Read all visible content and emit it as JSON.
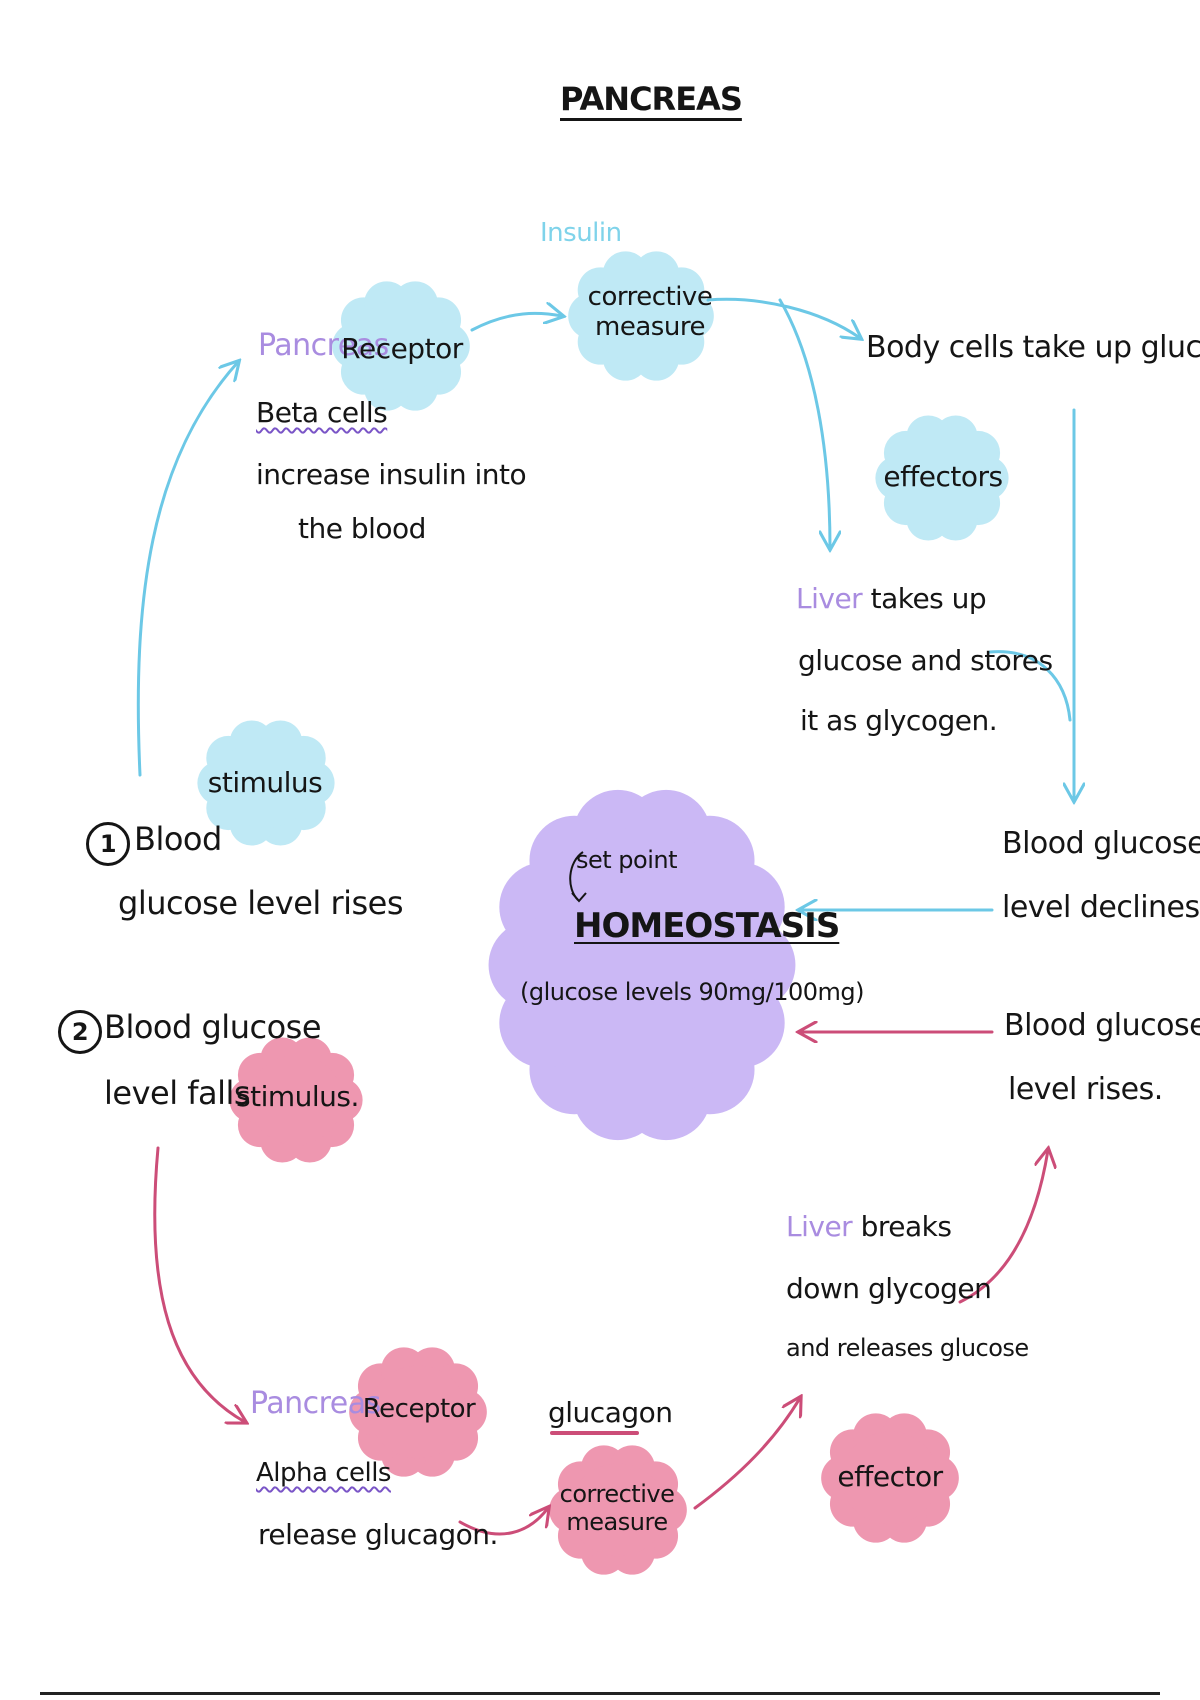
{
  "title": "PANCREAS",
  "colors": {
    "blue_cloud": "#bfe9f5",
    "blue_arrow": "#6cc8e6",
    "pink_cloud": "#ee97b0",
    "pink_arrow": "#cc4d78",
    "purple_cloud": "#cbb8f5",
    "purple_text": "#a98ce0"
  },
  "top_loop": {
    "hormone_label": "Insulin",
    "pancreas_label": "Pancreas",
    "receptor_label": "Receptor",
    "corrective_label_line1": "corrective",
    "corrective_label_line2": "measure",
    "body_cells_text": "Body cells take up glucose",
    "effectors_label": "effectors",
    "beta_cells": "Beta cells",
    "beta_text_line1": "increase insulin into",
    "beta_text_line2": "the blood",
    "liver_word": "Liver",
    "liver_text_line1": "takes up",
    "liver_text_line2": "glucose and stores",
    "liver_text_line3": "it as glycogen.",
    "declines_line1": "Blood glucose",
    "declines_line2": "level declines."
  },
  "stimulus_1": {
    "number": "1",
    "text_line1": "Blood",
    "text_line2": "glucose level rises",
    "stimulus_label": "stimulus"
  },
  "homeostasis": {
    "set_point": "set point",
    "title": "HOMEOSTASIS",
    "subtitle": "(glucose levels 90mg/100mg)"
  },
  "stimulus_2": {
    "number": "2",
    "text_line1": "Blood glucose",
    "text_line2": "level falls",
    "stimulus_label": "stimulus."
  },
  "bottom_loop": {
    "rises_line1": "Blood glucose",
    "rises_line2": "level rises.",
    "liver_word": "Liver",
    "liver_text_line1": "breaks",
    "liver_text_line2": "down glycogen",
    "liver_text_line3": "and releases glucose",
    "pancreas_label": "Pancreas",
    "receptor_label": "Receptor",
    "hormone_label": "glucagon",
    "corrective_label_line1": "corrective",
    "corrective_label_line2": "measure",
    "effector_label": "effector",
    "alpha_cells": "Alpha cells",
    "alpha_text": "release glucagon."
  }
}
